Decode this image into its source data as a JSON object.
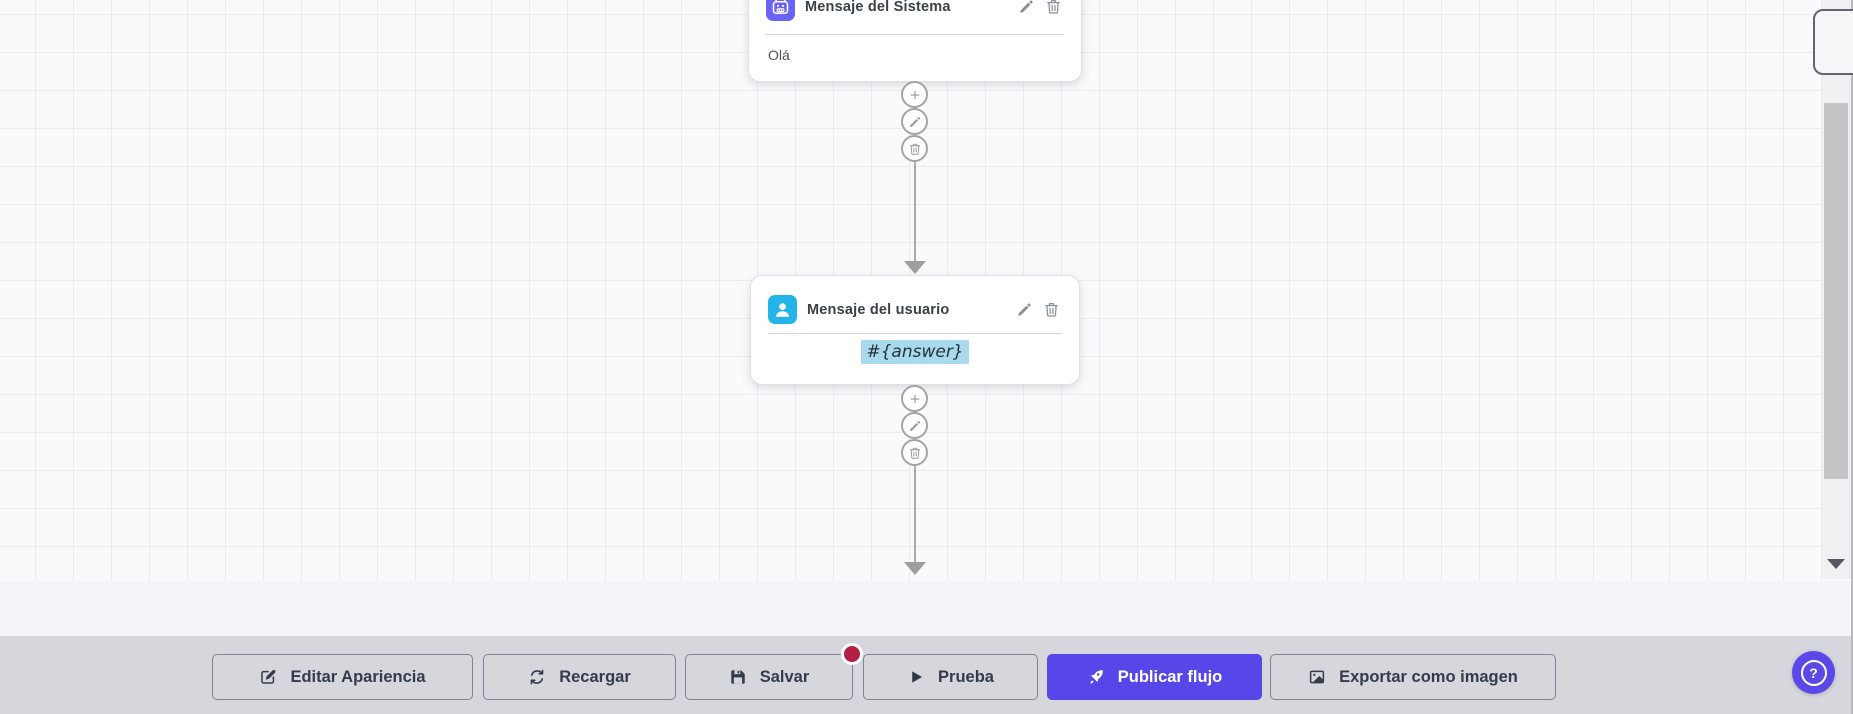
{
  "canvas": {
    "grid": true,
    "nodes": [
      {
        "type": "system-message",
        "icon": "robot-icon",
        "title": "Mensaje del Sistema",
        "body": "Olá",
        "actions": [
          "edit",
          "delete"
        ]
      },
      {
        "type": "user-message",
        "icon": "user-icon",
        "title": "Mensaje del usuario",
        "body": "#{answer}",
        "body_is_variable": true,
        "actions": [
          "edit",
          "delete"
        ]
      }
    ],
    "connectors": [
      {
        "actions": [
          "add",
          "edit",
          "delete"
        ]
      },
      {
        "actions": [
          "add",
          "edit",
          "delete"
        ]
      }
    ]
  },
  "toolbar": {
    "buttons": [
      {
        "label": "Editar Apariencia",
        "icon": "edit-icon"
      },
      {
        "label": "Recargar",
        "icon": "refresh-icon"
      },
      {
        "label": "Salvar",
        "icon": "save-icon",
        "badge": "unsaved-dot"
      },
      {
        "label": "Prueba",
        "icon": "play-icon"
      },
      {
        "label": "Publicar flujo",
        "icon": "rocket-icon",
        "primary": true
      },
      {
        "label": "Exportar como imagen",
        "icon": "image-icon"
      }
    ]
  },
  "help_button": {
    "label": "?"
  },
  "colors": {
    "primary": "#5746e8",
    "bot_icon_bg": "#6b63f6",
    "user_icon_bg": "#25b4e8",
    "unsaved_badge": "#b31f42",
    "variable_highlight": "#a8d9ec",
    "toolbar_bg": "#d6d7dd",
    "grid_line": "#e9ebf4"
  }
}
